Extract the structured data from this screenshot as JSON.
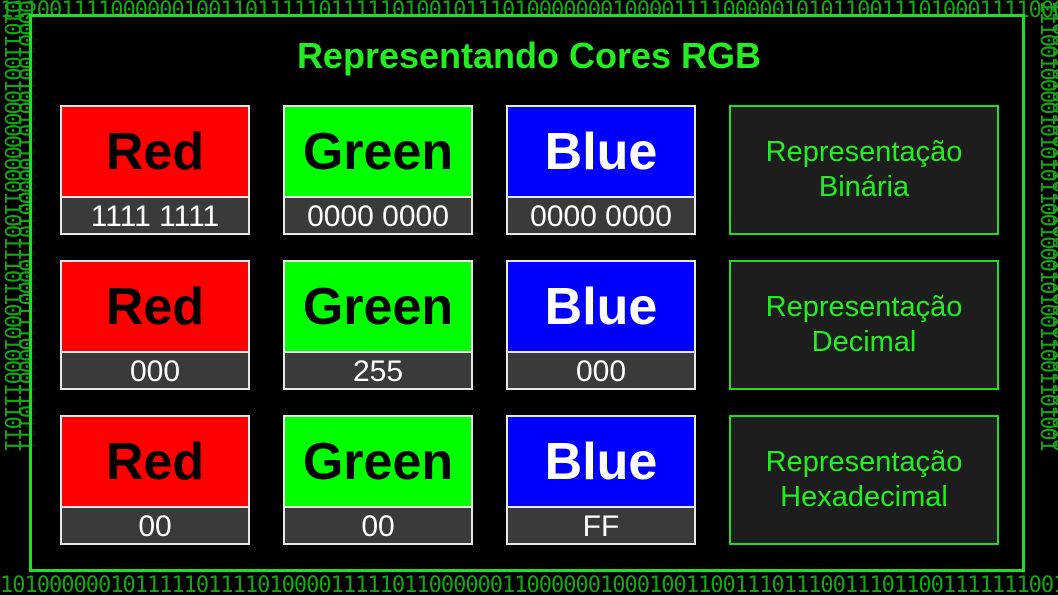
{
  "title": "Representando Cores RGB",
  "rows": [
    {
      "red": {
        "label": "Red",
        "value": "1111 1111"
      },
      "green": {
        "label": "Green",
        "value": "0000 0000"
      },
      "blue": {
        "label": "Blue",
        "value": "0000 0000"
      },
      "representation": "Representação Binária"
    },
    {
      "red": {
        "label": "Red",
        "value": "000"
      },
      "green": {
        "label": "Green",
        "value": "255"
      },
      "blue": {
        "label": "Blue",
        "value": "000"
      },
      "representation": "Representação Decimal"
    },
    {
      "red": {
        "label": "Red",
        "value": "00"
      },
      "green": {
        "label": "Green",
        "value": "00"
      },
      "blue": {
        "label": "Blue",
        "value": "FF"
      },
      "representation": "Representação Hexadecimal"
    }
  ],
  "colors": {
    "red": "#ff0000",
    "green": "#00ff00",
    "blue": "#0000ff",
    "accent": "#22ee22"
  },
  "background_pattern": "binary-matrix-tunnel"
}
